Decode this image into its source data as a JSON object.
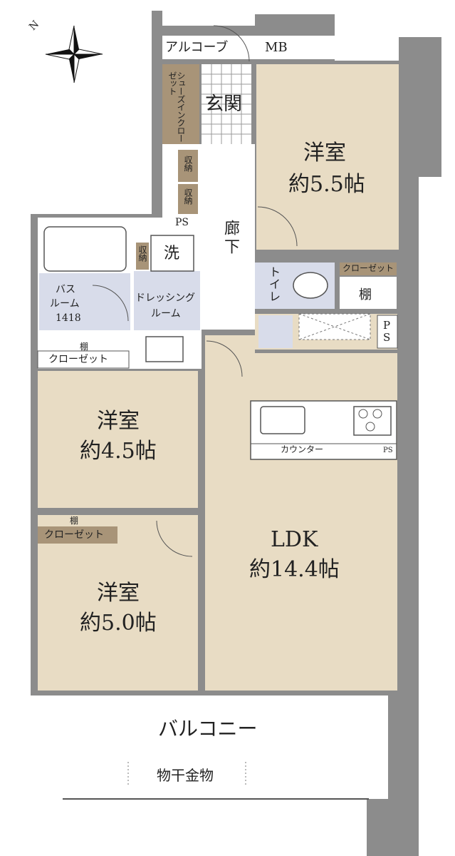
{
  "colors": {
    "wall": "#8c8c8c",
    "room_floor": "#e8dcc4",
    "wet_area": "#d8dcea",
    "closet": "#a89478",
    "entrance_tile": "#ffffff",
    "background": "#ffffff"
  },
  "compass": {
    "north_letter": "N"
  },
  "rooms": {
    "western_room_1": {
      "name": "洋室",
      "size": "約5.5帖"
    },
    "western_room_2": {
      "name": "洋室",
      "size": "約4.5帖"
    },
    "western_room_3": {
      "name": "洋室",
      "size": "約5.0帖"
    },
    "ldk": {
      "name": "LDK",
      "size": "約14.4帖"
    },
    "bath": {
      "line1": "バス",
      "line2": "ルーム",
      "line3": "1418"
    },
    "dressing": {
      "line1": "ドレッシング",
      "line2": "ルーム"
    }
  },
  "labels": {
    "alcove": "アルコーブ",
    "mb": "MB",
    "entrance": "玄関",
    "shoe_closet": "シューズインクローゼット",
    "storage_1": "収納",
    "storage_2": "収納",
    "storage_3": "収納",
    "ps_top": "PS",
    "ps_kitchen": "PS",
    "ps_counter": "PS",
    "corridor": "廊下",
    "washer": "洗",
    "toilet": "トイレ",
    "closet_1": "クローゼット",
    "shelf_1": "棚",
    "closet_2": "クローゼット",
    "shelf_2": "棚",
    "closet_3": "クローゼット",
    "shelf_3": "棚",
    "counter": "カウンター",
    "balcony": "バルコニー",
    "drying_rack": "物干金物"
  }
}
